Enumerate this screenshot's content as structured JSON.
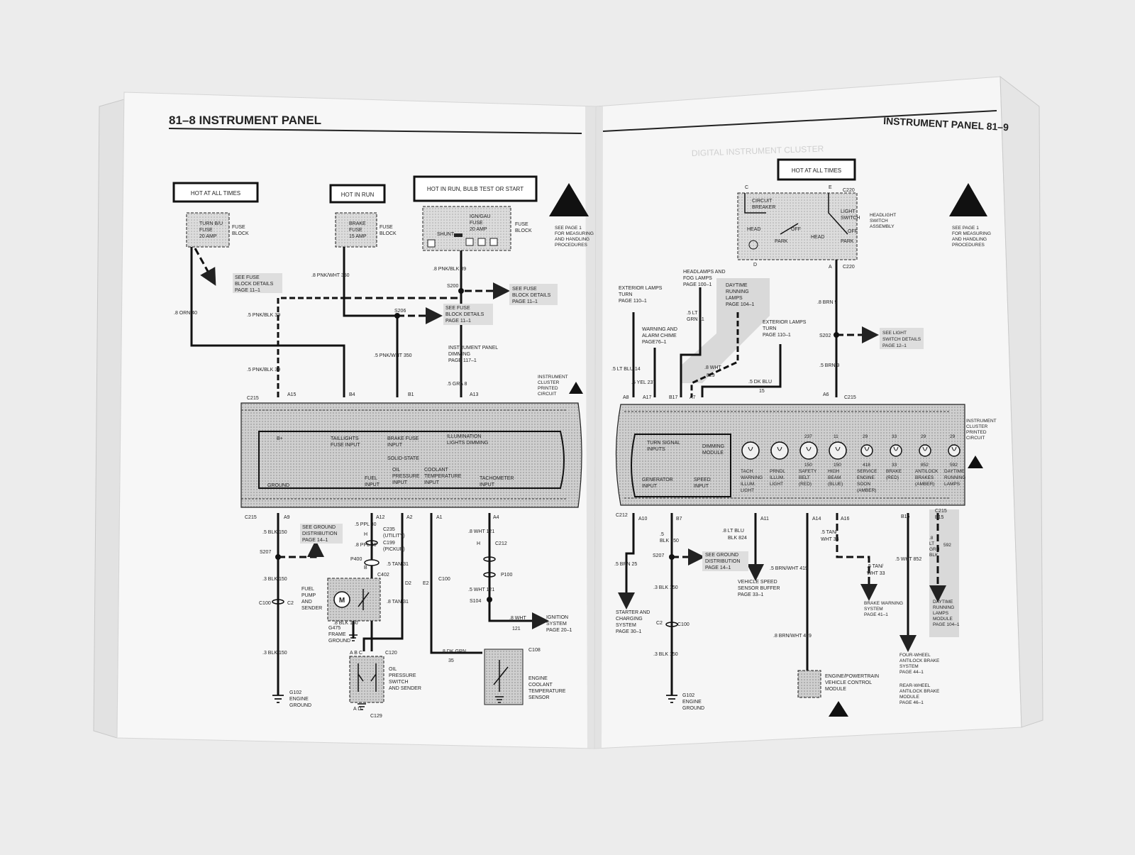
{
  "left_page": {
    "header": "81–8  INSTRUMENT PANEL",
    "boxes": {
      "hot_all_times": "HOT AT ALL TIMES",
      "hot_in_run": "HOT IN RUN",
      "hot_in_run_bulb": "HOT IN RUN, BULB TEST OR START"
    },
    "fuses": {
      "turn_fuse": [
        "TURN B/U",
        "FUSE",
        "20 AMP"
      ],
      "brake_fuse": [
        "BRAKE",
        "FUSE",
        "15 AMP"
      ],
      "ign_fuse": [
        "IGN/GAU",
        "FUSE",
        "20 AMP"
      ],
      "shunt": "SHUNT",
      "fuse_block": [
        "FUSE",
        "BLOCK"
      ]
    },
    "esd_note": [
      "SEE PAGE 1",
      "FOR MEASURING",
      "AND HANDLING",
      "PROCEDURES"
    ],
    "notes": {
      "see_fuse_1": [
        "SEE FUSE",
        "BLOCK DETAILS",
        "PAGE 11–1"
      ],
      "see_fuse_2": [
        "SEE FUSE",
        "BLOCK DETAILS",
        "PAGE 11–1"
      ],
      "see_fuse_3": [
        "SEE FUSE",
        "BLOCK DETAILS",
        "PAGE 11–1"
      ],
      "see_ground": [
        "SEE GROUND",
        "DISTRIBUTION",
        "PAGE 14–1"
      ],
      "instrument_dimming": [
        "INSTRUMENT PANEL",
        "DIMMING",
        "PAGE 117–1"
      ],
      "cluster_printed": [
        "INSTRUMENT",
        "CLUSTER",
        "PRINTED",
        "CIRCUIT"
      ]
    },
    "wires": {
      "w1": ".8 ORN  40",
      "w2": ".5 PNK/BLK  39",
      "w3": ".8 PNK/WHT  350",
      "w4": ".8 PNK/BLK  39",
      "w5": ".5 PNK/WHT  350",
      "w6": ".5 PNK/BLK  39",
      "w7": ".5 GRA  8",
      "w8": ".5 BLK  150",
      "w9": ".3 BLK  150",
      "w10": ".3 BLK  150",
      "w11": ".5 PPL  30",
      "w12": ".8 PPL  30",
      "w13": ".5 TAN  31",
      "w14": ".8 TAN  31",
      "w15": ".8 WHT  121",
      "w16": ".5 WHT  121",
      "w17": ".8 WHT",
      "w17b": "121",
      "w18": ".8 DK GRN",
      "w18b": "35",
      "w19": ".8 BLK  150"
    },
    "splices": [
      "S200",
      "S206",
      "S207",
      "S104"
    ],
    "connectors": {
      "c215_top": "C215",
      "c215_bot": "C215",
      "a15": "A15",
      "b4": "B4",
      "b1": "B1",
      "a13": "A13",
      "a9": "A9",
      "a12": "A12",
      "a2": "A2",
      "a1": "A1",
      "a4": "A4",
      "c235": [
        "C235",
        "(UTILITY)"
      ],
      "c199": [
        "C199",
        "(PICKUP)"
      ],
      "h1": "H",
      "h2": "H",
      "b": "B",
      "p400": "P400",
      "c402": "C402",
      "d2": "D2",
      "e2": "E2",
      "c100a": "C100",
      "c100b": "C100",
      "c2": "C2",
      "c212": "C212",
      "p100": "P100",
      "c108": "C108",
      "c120": "C120",
      "c129": "C129",
      "abc": "A   B   C",
      "ad": "A       D"
    },
    "cluster": {
      "bplus": "B+",
      "tail": [
        "TAILLIGHTS",
        "FUSE INPUT"
      ],
      "brake": [
        "BRAKE FUSE",
        "INPUT"
      ],
      "illum": [
        "ILLUMINATION",
        "LIGHTS DIMMING"
      ],
      "solid": "SOLID-STATE",
      "ground": "GROUND",
      "fuel": [
        "FUEL",
        "INPUT"
      ],
      "oil": [
        "OIL",
        "PRESSURE",
        "INPUT"
      ],
      "coolant": [
        "COOLANT",
        "TEMPERATURE",
        "INPUT"
      ],
      "tach": [
        "TACHOMETER",
        "INPUT"
      ]
    },
    "components": {
      "fuel_pump": [
        "FUEL",
        "PUMP",
        "AND",
        "SENDER"
      ],
      "g475": [
        "G475",
        "FRAME",
        "GROUND"
      ],
      "oil_switch": [
        "OIL",
        "PRESSURE",
        "SWITCH",
        "AND SENDER"
      ],
      "g102": [
        "G102",
        "ENGINE",
        "GROUND"
      ],
      "coolant_sensor": [
        "ENGINE",
        "COOLANT",
        "TEMPERATURE",
        "SENSOR"
      ],
      "ignition": [
        "IGNITION",
        "SYSTEM",
        "PAGE 20–1"
      ],
      "motor": "M"
    }
  },
  "right_page": {
    "header": "INSTRUMENT PANEL 81–9",
    "ghost": "DIGITAL INSTRUMENT CLUSTER",
    "hot_all_times": "HOT AT ALL TIMES",
    "switch": {
      "c": "C",
      "e": "E",
      "c220a": "C220",
      "c220b": "C220",
      "breaker": [
        "CIRCUIT",
        "BREAKER"
      ],
      "light": [
        "LIGHT",
        "SWITCH"
      ],
      "assembly": [
        "HEADLIGHT",
        "SWITCH",
        "ASSEMBLY"
      ],
      "head1": "HEAD",
      "head2": "HEAD",
      "off1": "OFF",
      "off2": "OFF",
      "park1": "PARK",
      "park2": "PARK",
      "d": "D",
      "a": "A"
    },
    "esd_note": [
      "SEE PAGE 1",
      "FOR MEASURING",
      "AND HANDLING",
      "PROCEDURES"
    ],
    "notes": {
      "exterior1": [
        "EXTERIOR LAMPS",
        "TURN",
        "PAGE 110–1"
      ],
      "headlamps": [
        "HEADLAMPS AND",
        "FOG LAMPS",
        "PAGE 100–1"
      ],
      "daytime": [
        "DAYTIME",
        "RUNNING",
        "LAMPS",
        "PAGE 104–1"
      ],
      "warning": [
        "WARNING AND",
        "ALARM CHIME",
        "PAGE76–1"
      ],
      "exterior2": [
        "EXTERIOR LAMPS",
        "TURN",
        "PAGE 110–1"
      ],
      "see_light": [
        "SEE LIGHT",
        "SWITCH DETAILS",
        "PAGE 12–1"
      ],
      "cluster_printed": [
        "INSTRUMENT",
        "CLUSTER",
        "PRINTED",
        "CIRCUIT"
      ],
      "see_ground": [
        "SEE GROUND",
        "DISTRIBUTION",
        "PAGE 14–1"
      ],
      "vss": [
        "VEHICLE SPEED",
        "SENSOR BUFFER",
        "PAGE 33–1"
      ],
      "starter": [
        "STARTER AND",
        "CHARGING",
        "SYSTEM",
        "PAGE 30–1"
      ],
      "brake_warn": [
        "BRAKE WARNING",
        "SYSTEM",
        "PAGE 41–1"
      ],
      "four_wheel": [
        "FOUR-WHEEL",
        "ANTILOCK BRAKE",
        "SYSTEM",
        "PAGE 44–1"
      ],
      "rear_wheel": [
        "REAR-WHEEL",
        "ANTILOCK BRAKE",
        "MODULE",
        "PAGE 46–1"
      ],
      "drl_module": [
        "DAYTIME",
        "RUNNING",
        "LAMPS",
        "MODULE",
        "PAGE 104–1"
      ],
      "ecm": [
        "ENGINE/POWERTRAIN",
        "VEHICLE CONTROL",
        "MODULE"
      ],
      "g102": [
        "G102",
        "ENGINE",
        "GROUND"
      ]
    },
    "wires": {
      "w1": ".5 LT BLU  14",
      "w2": ".5 YEL  237",
      "w3a": ".5 LT",
      "w3b": "GRN  11",
      "w4a": ".8 WHT",
      "w4b": "829",
      "w5": ".5 DK BLU",
      "w5b": "15",
      "w6": ".8 BRN  9",
      "w7": ".5 BRN  9",
      "w8a": ".5",
      "w8b": "BLK  150",
      "w9": ".5 BRN  25",
      "w10": ".3 BLK  150",
      "w11": ".3 BLK  150",
      "w12a": ".8 LT BLU",
      "w12b": "BLK  824",
      "w13": ".5 BRN/WHT  419",
      "w14": ".8 BRN/WHT  419",
      "w15a": ".5 TAN/",
      "w15b": "WHT  33",
      "w16a": ".5 TAN/",
      "w16b": "WHT  33",
      "w17": ".5 WHT  852",
      "w18a": ".8",
      "w18b": "LT",
      "w18c": "GRN",
      "w18d": "BLK",
      "w18e": "592"
    },
    "splices": [
      "S202",
      "S207"
    ],
    "connectors": {
      "a8": "A8",
      "a17": "A17",
      "b17": "B17",
      "a7": "A7",
      "a6": "A6",
      "c215": "C215",
      "c212": "C212",
      "a10": "A10",
      "b7": "B7",
      "a11": "A11",
      "a14": "A14",
      "a16": "A16",
      "b16": "B16",
      "c215b": "C215",
      "b15": "B15",
      "c2": "C2",
      "c100": "C100"
    },
    "cluster": {
      "turn": [
        "TURN SIGNAL",
        "INPUTS"
      ],
      "dimming": [
        "DIMMING",
        "MODULE"
      ],
      "generator": [
        "GENERATOR",
        "INPUT"
      ],
      "speed": [
        "SPEED",
        "INPUT"
      ],
      "bulb_labels": [
        [
          "TACH",
          "WARNING",
          "ILLUM.",
          "LIGHT"
        ],
        [
          "PRNDL",
          "ILLUM.",
          "LIGHT"
        ],
        [
          "SAFETY",
          "BELT",
          "(RED)"
        ],
        [
          "HIGH",
          "BEAM",
          "(BLUE)"
        ],
        [
          "SERVICE",
          "ENGINE",
          "SOON",
          "(AMBER)"
        ],
        [
          "BRAKE",
          "(RED)"
        ],
        [
          "ANTILOCK",
          "BRAKES",
          "(AMBER)"
        ],
        [
          "DAYTIME",
          "RUNNING",
          "LAMPS"
        ]
      ],
      "bulb_numbers": [
        "",
        "",
        "150",
        "150",
        "418",
        "33",
        "852",
        "592"
      ],
      "bulb_top": [
        "",
        "",
        "237",
        "11",
        "29",
        "33",
        "29",
        "29"
      ]
    }
  }
}
